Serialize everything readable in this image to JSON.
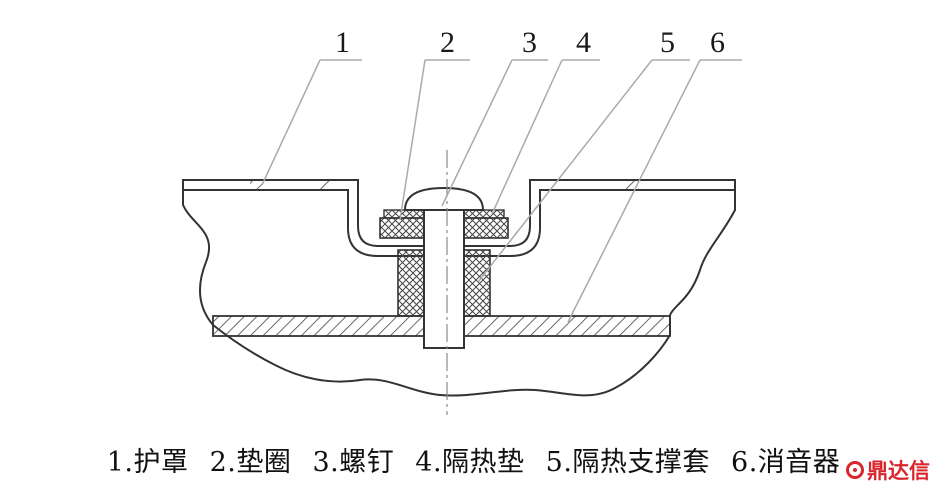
{
  "callouts": [
    "1",
    "2",
    "3",
    "4",
    "5",
    "6"
  ],
  "legend": [
    "1.护罩",
    "2.垫圈",
    "3.螺钉",
    "4.隔热垫",
    "5.隔热支撑套",
    "6.消音器"
  ],
  "watermark": "鼎达信",
  "colors": {
    "line": "#333333",
    "leader": "#aaaaaa",
    "logo": "#d8262c"
  }
}
